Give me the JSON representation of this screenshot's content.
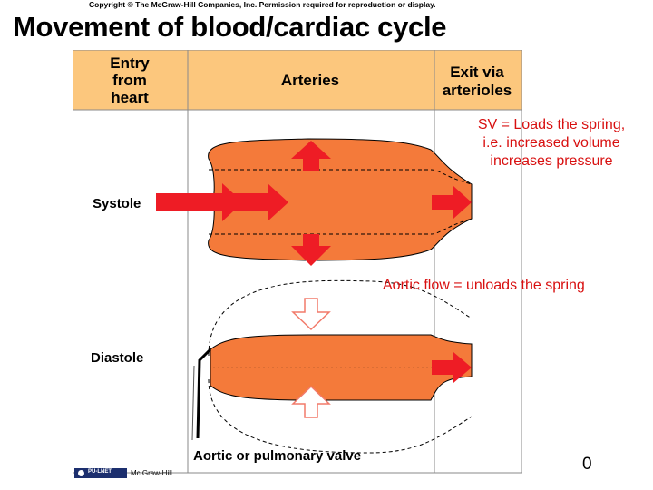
{
  "header": {
    "copyright": "Copyright © The McGraw-Hill Companies, Inc. Permission required for reproduction or display.",
    "title": "Movement of blood/cardiac cycle"
  },
  "diagram": {
    "columns": {
      "entry": [
        "Entry",
        "from",
        "heart"
      ],
      "arteries": "Arteries",
      "exit": [
        "Exit via",
        "arterioles"
      ]
    },
    "phases": {
      "systole": "Systole",
      "diastole": "Diastole"
    },
    "valve_label": "Aortic or pulmonary valve",
    "colors": {
      "header_fill": "#fcc77d",
      "vessel_fill": "#f47a3a",
      "arrow_red": "#ee1c25",
      "arrow_outline": "#f27a6a",
      "grid": "#8a8a8a"
    }
  },
  "annotations": {
    "sv": "SV = Loads the spring,\ni.e. increased volume\nincreases pressure",
    "aortic_flow": "Aortic flow = unloads the spring"
  },
  "footer": {
    "publisher": "Mc.Graw-Hill",
    "logo": "PU-LNET",
    "page_number": "0"
  }
}
